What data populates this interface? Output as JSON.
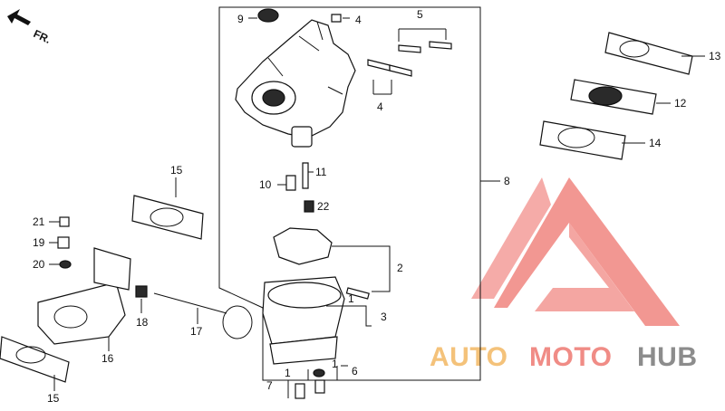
{
  "diagram": {
    "direction_label": "FR.",
    "callouts": [
      "9",
      "4",
      "5",
      "4",
      "13",
      "12",
      "14",
      "8",
      "15",
      "10",
      "11",
      "22",
      "21",
      "19",
      "20",
      "2",
      "1",
      "3",
      "18",
      "17",
      "16",
      "15",
      "1",
      "1",
      "6",
      "7"
    ],
    "watermark": {
      "part1": "AUTO",
      "part2": "MOTO",
      "part3": "HUB",
      "color1": "#f4c27a",
      "color2": "#f08c86",
      "color3": "#8c8c8c",
      "triangle_color": "#f0857f"
    }
  }
}
